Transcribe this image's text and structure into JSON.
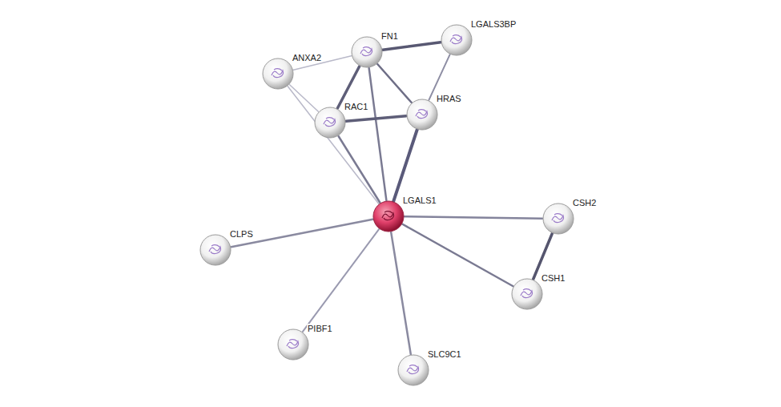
{
  "diagram": {
    "nodes": [
      {
        "text": [
          "FN1"
        ]
      },
      {
        "text": [
          "LGALS3BP"
        ]
      },
      {
        "text": [
          "ANXA2"
        ]
      },
      {
        "text": [
          "HRAS"
        ]
      },
      {
        "text": [
          "RAC1"
        ]
      },
      {
        "text": [
          "LGALS1"
        ]
      },
      {
        "text": [
          "CSH2"
        ]
      },
      {
        "text": [
          "CLPS"
        ]
      },
      {
        "text": [
          "CSH1"
        ]
      },
      {
        "text": [
          "PIBF1"
        ]
      },
      {
        "text": [
          "SLC9C1"
        ]
      }
    ],
    "edges": [
      {
        "from": 2,
        "to": 0,
        "arrow": "none"
      },
      {
        "from": 2,
        "to": 4,
        "arrow": "none"
      },
      {
        "from": 2,
        "to": 5,
        "arrow": "none"
      },
      {
        "from": 0,
        "to": 1,
        "arrow": "none"
      },
      {
        "from": 0,
        "to": 4,
        "arrow": "none"
      },
      {
        "from": 0,
        "to": 3,
        "arrow": "none"
      },
      {
        "from": 0,
        "to": 5,
        "arrow": "none"
      },
      {
        "from": 1,
        "to": 3,
        "arrow": "none"
      },
      {
        "from": 4,
        "to": 3,
        "arrow": "none"
      },
      {
        "from": 4,
        "to": 5,
        "arrow": "none"
      },
      {
        "from": 3,
        "to": 5,
        "arrow": "none"
      },
      {
        "from": 5,
        "to": 7,
        "arrow": "none"
      },
      {
        "from": 5,
        "to": 9,
        "arrow": "none"
      },
      {
        "from": 5,
        "to": 10,
        "arrow": "none"
      },
      {
        "from": 5,
        "to": 6,
        "arrow": "none"
      },
      {
        "from": 5,
        "to": 8,
        "arrow": "none"
      },
      {
        "from": 6,
        "to": 8,
        "arrow": "none"
      }
    ]
  }
}
